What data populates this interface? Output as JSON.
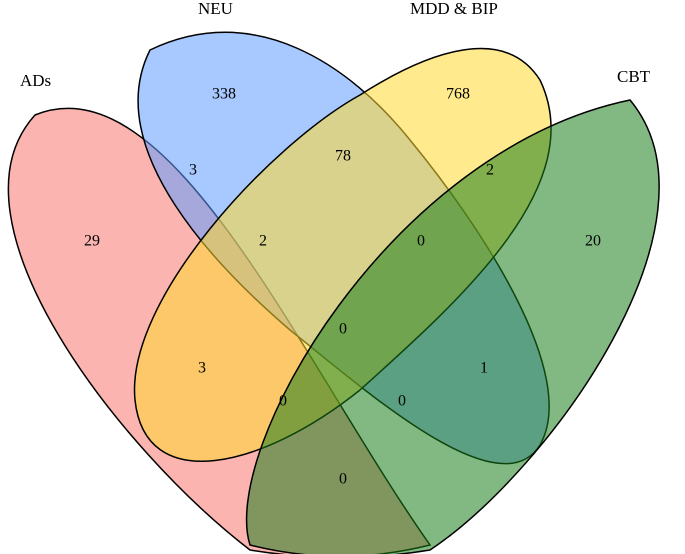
{
  "diagram": {
    "type": "venn-4",
    "sets": [
      {
        "name": "ADs",
        "color": "#F8766D"
      },
      {
        "name": "NEU",
        "color": "#619CFF"
      },
      {
        "name": "MDD & BIP",
        "color": "#FFD92F"
      },
      {
        "name": "CBT",
        "color": "#1B7E1B"
      }
    ],
    "regions": {
      "ads_only": "29",
      "neu_only": "338",
      "mdd_bip_only": "768",
      "cbt_only": "20",
      "ads_neu": "3",
      "neu_mdd_bip": "78",
      "mdd_bip_cbt": "2",
      "ads_neu_mdd_bip": "2",
      "neu_mdd_bip_cbt": "0",
      "all_four": "0",
      "ads_mdd_bip": "3",
      "neu_cbt": "1",
      "ads_mdd_bip_cbt": "0",
      "ads_neu_cbt": "0",
      "ads_cbt": "0"
    }
  }
}
